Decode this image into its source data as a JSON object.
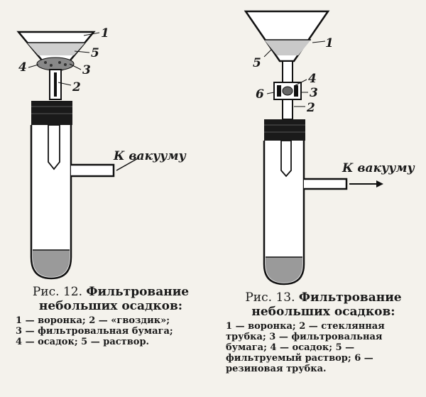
{
  "figure12": {
    "label_1": "1",
    "label_2": "2",
    "label_3": "3",
    "label_4": "4",
    "label_5": "5",
    "vacuum_label": "К вакууму",
    "caption_prefix": "Рис. 12.",
    "caption_title_1": "Фильтрование",
    "caption_title_2": "небольших осадков:",
    "legend": [
      "1 — воронка;   2 — «гвоздик»;",
      "3 — фильтровальная бумага;",
      "4 — осадок;   5 — раствор."
    ]
  },
  "figure13": {
    "label_1": "1",
    "label_2": "2",
    "label_3": "3",
    "label_4": "4",
    "label_5": "5",
    "label_6": "6",
    "vacuum_label": "К вакууму",
    "caption_prefix": "Рис. 13.",
    "caption_title_1": "Фильтрование",
    "caption_title_2": "небольших осадков:",
    "legend": [
      "1 — воронка;   2 — стеклянная",
      "трубка;   3 — фильтровальная",
      "бумага;   4 — осадок;   5 —",
      "фильтруемый раствор;   6 —",
      "резиновая трубка."
    ]
  }
}
